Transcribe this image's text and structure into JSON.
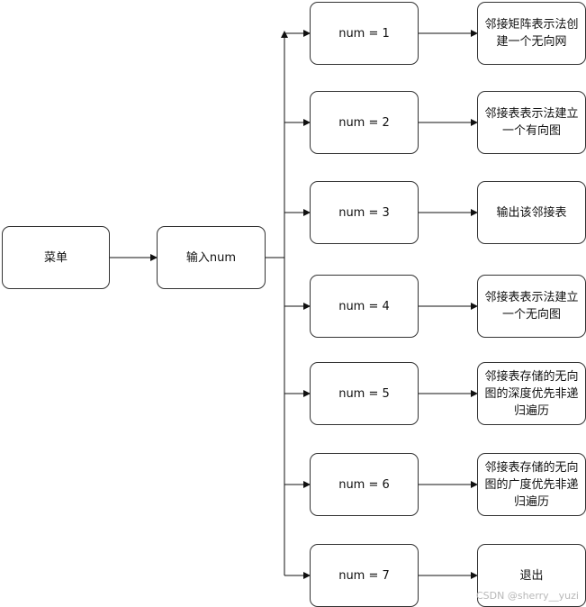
{
  "menu_label": "菜单",
  "input_label": "输入num",
  "branches": [
    {
      "condition": "num = 1",
      "result": "邻接矩阵表示法创建一个无向网"
    },
    {
      "condition": "num = 2",
      "result": "邻接表表示法建立一个有向图"
    },
    {
      "condition": "num = 3",
      "result": "输出该邻接表"
    },
    {
      "condition": "num = 4",
      "result": "邻接表表示法建立一个无向图"
    },
    {
      "condition": "num = 5",
      "result": "邻接表存储的无向图的深度优先非递归遍历"
    },
    {
      "condition": "num = 6",
      "result": "邻接表存储的无向图的广度优先非递归遍历"
    },
    {
      "condition": "num = 7",
      "result": "退出"
    }
  ],
  "watermark": "CSDN @sherry__yuzi"
}
